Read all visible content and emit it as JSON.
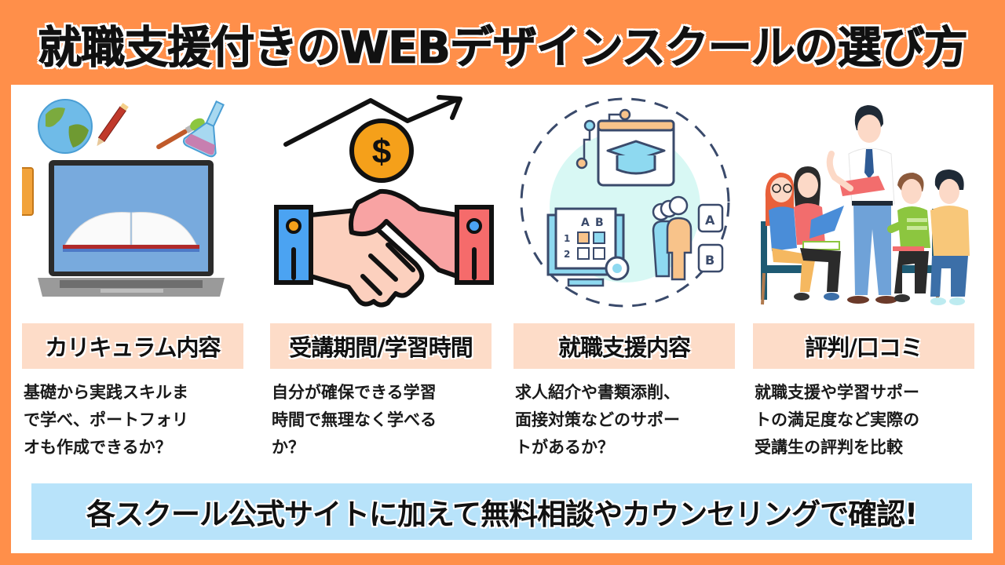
{
  "header": {
    "title": "就職支援付きのWEBデザインスクールの選び方"
  },
  "colors": {
    "frame_orange": "#FF8F4A",
    "label_peach": "#FDDCC8",
    "banner_blue": "#B8E3FA"
  },
  "columns": [
    {
      "label": "カリキュラム内容",
      "illustration": "laptop-with-book-and-school-items",
      "desc_lines": [
        "基礎から実践スキルま",
        "で学べ、ポートフォリ",
        "オも作成できるか？"
      ]
    },
    {
      "label": "受講期間/学習時間",
      "illustration": "handshake-with-dollar-coin-and-growth-arrow",
      "desc_lines": [
        "自分が確保できる学習",
        "時間で無理なく学べる",
        "か？"
      ]
    },
    {
      "label": "就職支援内容",
      "illustration": "online-education-quiz-and-candidates",
      "desc_lines": [
        "求人紹介や書類添削、",
        "面接対策などのサポー",
        "トがあるか？"
      ]
    },
    {
      "label": "評判/口コミ",
      "illustration": "teacher-with-students",
      "desc_lines": [
        "就職支援や学習サポー",
        "トの満足度など実際の",
        "受講生の評判を比較"
      ]
    }
  ],
  "quiz_icon": {
    "col_a": "A",
    "col_b": "B",
    "row_1": "1",
    "row_2": "2",
    "option_a": "A",
    "option_b": "B"
  },
  "coin_symbol": "$",
  "banner": {
    "text": "各スクール公式サイトに加えて無料相談やカウンセリングで確認!"
  }
}
